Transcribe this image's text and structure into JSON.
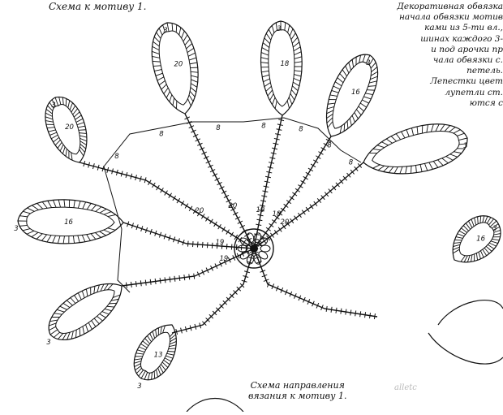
{
  "top_title": "Схема к мотиву 1.",
  "bottom_caption": [
    "Схема направления",
    "вязания к мотиву 1."
  ],
  "side_notes": [
    "Декоративная обвязка",
    "начала обвязки мотив",
    "ками из 5-ти вл.,",
    "шинах каждого 3-",
    "и под арочки пр",
    "чала обвязки с.",
    "петель.",
    "Лепестки цвет",
    "лупетли ст.",
    "ются с"
  ],
  "watermark": "alletc",
  "petals": [
    {
      "id": "petal-1",
      "st_count": "20",
      "tip": "3"
    },
    {
      "id": "petal-2",
      "st_count": "20",
      "tip": "3"
    },
    {
      "id": "petal-3",
      "st_count": "18",
      "tip": "3"
    },
    {
      "id": "petal-4",
      "st_count": "16",
      "tip": "3"
    },
    {
      "id": "petal-5",
      "st_count": "",
      "tip": "3"
    },
    {
      "id": "petal-6",
      "st_count": "16",
      "tip": "3"
    },
    {
      "id": "petal-7",
      "st_count": "",
      "tip": "3"
    },
    {
      "id": "petal-8",
      "st_count": "13",
      "tip": "3"
    },
    {
      "id": "petal-9",
      "st_count": "16",
      "tip": "3"
    }
  ],
  "stem_counts": [
    "20",
    "20",
    "19",
    "18",
    "20",
    "19",
    "19"
  ],
  "connector_counts": [
    "8",
    "8",
    "8",
    "8",
    "8",
    "8",
    "8",
    "8"
  ]
}
